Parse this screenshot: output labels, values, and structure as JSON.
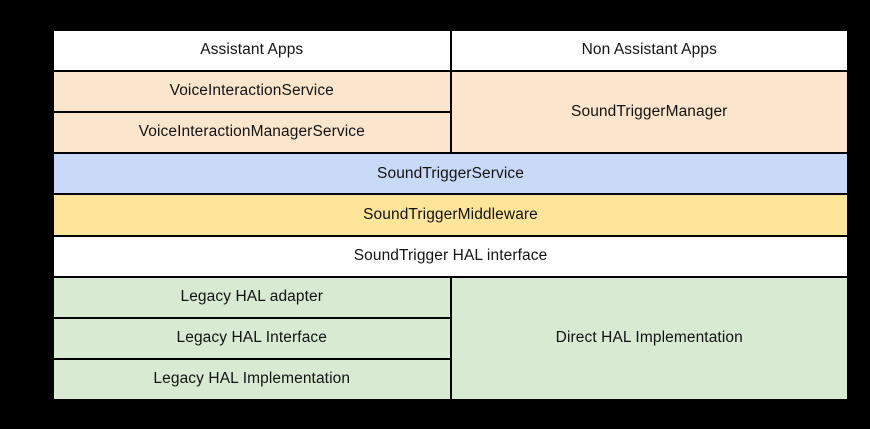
{
  "diagram": {
    "description": "Layered architecture block diagram on black background",
    "colors": {
      "background": "#000000",
      "border": "#000000",
      "text": "#131313",
      "white": "#ffffff",
      "peach": "#fce5cd",
      "blue": "#c9daf8",
      "yellow": "#ffe599",
      "green": "#d9ead3"
    },
    "cells": {
      "assistant_apps": "Assistant Apps",
      "non_assistant_apps": "Non Assistant Apps",
      "voice_interaction_service": "VoiceInteractionService",
      "voice_interaction_manager_service": "VoiceInteractionManagerService",
      "sound_trigger_manager": "SoundTriggerManager",
      "sound_trigger_service": "SoundTriggerService",
      "sound_trigger_middleware": "SoundTriggerMiddleware",
      "sound_trigger_hal_interface": "SoundTrigger HAL interface",
      "legacy_hal_adapter": "Legacy HAL adapter",
      "legacy_hal_interface": "Legacy HAL Interface",
      "legacy_hal_implementation": "Legacy HAL Implementation",
      "direct_hal_implementation": "Direct HAL Implementation"
    }
  }
}
